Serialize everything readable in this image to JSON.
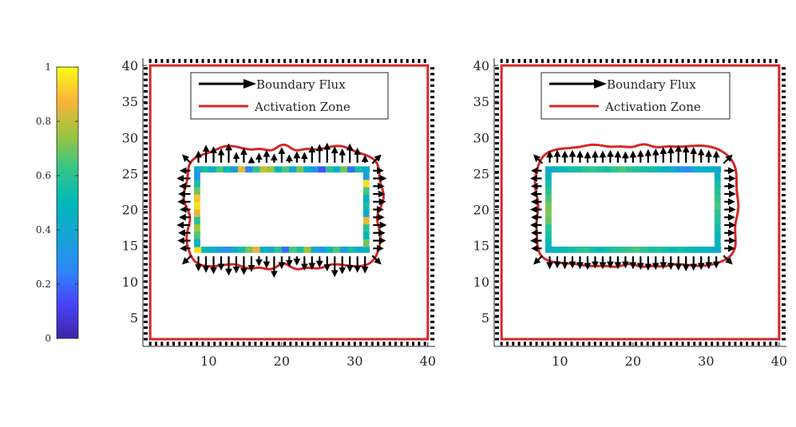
{
  "chart_data": [
    {
      "type": "heatmap",
      "title": "",
      "xlabel": "",
      "ylabel": "",
      "xlim": [
        1,
        41
      ],
      "ylim": [
        1,
        41
      ],
      "xticks": [
        10,
        20,
        30,
        40
      ],
      "yticks": [
        5,
        10,
        15,
        20,
        25,
        30,
        35,
        40
      ],
      "grid": false,
      "legend_placement": "top-center",
      "legend": [
        {
          "label": "Boundary Flux",
          "kind": "arrow",
          "color": "#000000"
        },
        {
          "label": "Activation Zone",
          "kind": "line",
          "color": "#d62728"
        }
      ],
      "rectangle": {
        "x0": 8,
        "x1": 32,
        "y0": 14,
        "y1": 26
      },
      "boundary_cells": {
        "top": [
          0.4,
          0.55,
          0.45,
          0.65,
          0.5,
          0.35,
          0.85,
          0.25,
          0.6,
          0.8,
          0.75,
          0.5,
          0.65,
          0.4,
          0.7,
          0.45,
          0.3,
          0.15,
          0.6,
          0.45,
          0.7,
          0.2,
          0.55,
          0.4
        ],
        "bottom": [
          0.95,
          0.5,
          0.45,
          0.35,
          0.3,
          0.4,
          0.55,
          0.7,
          0.85,
          0.45,
          0.4,
          0.6,
          0.2,
          0.65,
          0.55,
          0.75,
          0.4,
          0.3,
          0.5,
          0.65,
          0.35,
          0.55,
          0.4,
          0.45
        ],
        "left": [
          0.3,
          0.55,
          0.7,
          0.9,
          0.95,
          0.85,
          0.6,
          0.75,
          0.65,
          0.45
        ],
        "right": [
          0.35,
          0.95,
          0.65,
          0.45,
          0.55,
          0.4,
          0.85,
          0.6,
          0.5,
          0.7
        ]
      },
      "activation_zone": {
        "outer": [
          2,
          40,
          2,
          40
        ],
        "inner_bounds": {
          "x0": 7,
          "x1": 33.5,
          "y0": 12,
          "y1": 28.5
        },
        "wobble": 0.5
      },
      "flux_arrows": {
        "top_y": 26,
        "bottom_y": 14,
        "left_x": 8,
        "right_x": 32,
        "top_lengths": [
          1.2,
          2.0,
          1.8,
          1.5,
          2.2,
          1.0,
          1.6,
          0.4,
          0.9,
          1.3,
          0.8,
          1.7,
          0.7,
          1.1,
          1.0,
          1.9,
          2.1,
          2.3,
          1.8,
          1.5,
          2.2,
          1.6,
          0.6
        ],
        "bottom_lengths": [
          1.6,
          1.8,
          2.0,
          1.5,
          2.2,
          1.9,
          2.1,
          1.7,
          0.9,
          1.2,
          2.5,
          1.3,
          1.0,
          0.8,
          1.5,
          1.4,
          1.1,
          1.6,
          2.4,
          2.0,
          1.7,
          1.8,
          1.9
        ],
        "side_lengths": [
          1.0,
          1.3,
          1.2,
          1.4,
          1.1,
          1.0,
          1.3,
          1.2,
          1.1,
          1.4,
          1.0
        ]
      }
    },
    {
      "type": "heatmap",
      "title": "",
      "xlabel": "",
      "ylabel": "",
      "xlim": [
        1,
        41
      ],
      "ylim": [
        1,
        41
      ],
      "xticks": [
        10,
        20,
        30,
        40
      ],
      "yticks": [
        5,
        10,
        15,
        20,
        25,
        30,
        35,
        40
      ],
      "grid": false,
      "legend_placement": "top-center",
      "legend": [
        {
          "label": "Boundary Flux",
          "kind": "arrow",
          "color": "#000000"
        },
        {
          "label": "Activation Zone",
          "kind": "line",
          "color": "#d62728"
        }
      ],
      "rectangle": {
        "x0": 8,
        "x1": 32,
        "y0": 14,
        "y1": 26
      },
      "boundary_cells": {
        "top": [
          0.42,
          0.45,
          0.5,
          0.55,
          0.55,
          0.6,
          0.62,
          0.58,
          0.55,
          0.62,
          0.65,
          0.6,
          0.58,
          0.55,
          0.55,
          0.52,
          0.45,
          0.4,
          0.3,
          0.25,
          0.4,
          0.45,
          0.45,
          0.4
        ],
        "bottom": [
          0.45,
          0.48,
          0.52,
          0.55,
          0.58,
          0.6,
          0.55,
          0.52,
          0.55,
          0.58,
          0.6,
          0.62,
          0.65,
          0.6,
          0.55,
          0.58,
          0.55,
          0.5,
          0.55,
          0.52,
          0.5,
          0.48,
          0.45,
          0.42
        ],
        "left": [
          0.45,
          0.55,
          0.6,
          0.65,
          0.7,
          0.72,
          0.68,
          0.6,
          0.55,
          0.5
        ],
        "right": [
          0.45,
          0.55,
          0.58,
          0.62,
          0.65,
          0.6,
          0.58,
          0.55,
          0.5,
          0.48
        ]
      },
      "activation_zone": {
        "outer": [
          2,
          40,
          2,
          40
        ],
        "inner_bounds": {
          "x0": 6.8,
          "x1": 34.2,
          "y0": 12.2,
          "y1": 28.8
        },
        "wobble": 0.25
      },
      "flux_arrows": {
        "top_y": 26,
        "bottom_y": 14,
        "left_x": 8,
        "right_x": 32,
        "top_lengths": [
          1.2,
          1.3,
          1.2,
          1.3,
          1.2,
          1.1,
          1.2,
          1.2,
          1.3,
          1.2,
          1.1,
          1.2,
          1.3,
          1.4,
          1.5,
          1.7,
          1.8,
          2.0,
          1.9,
          1.7,
          1.5,
          1.3,
          1.2
        ],
        "bottom_lengths": [
          1.3,
          1.2,
          1.3,
          1.2,
          1.3,
          1.4,
          1.2,
          1.3,
          1.2,
          1.3,
          1.2,
          1.3,
          1.4,
          1.5,
          1.4,
          1.3,
          1.4,
          1.5,
          1.6,
          1.5,
          1.4,
          1.3,
          1.2
        ],
        "side_lengths": [
          1.0,
          1.1,
          1.0,
          1.1,
          1.0,
          1.1,
          1.0,
          1.1,
          1.0,
          1.1,
          1.0
        ]
      }
    }
  ],
  "colorbar": {
    "min": 0,
    "max": 1,
    "ticks": [
      0,
      0.2,
      0.4,
      0.6,
      0.8,
      1
    ],
    "tick_labels": [
      "0",
      "0.2",
      "0.4",
      "0.6",
      "0.8",
      "1"
    ],
    "colormap": "parula"
  },
  "colors": {
    "activation_zone": "#d62728",
    "flux": "#000000",
    "axis": "#262626"
  }
}
